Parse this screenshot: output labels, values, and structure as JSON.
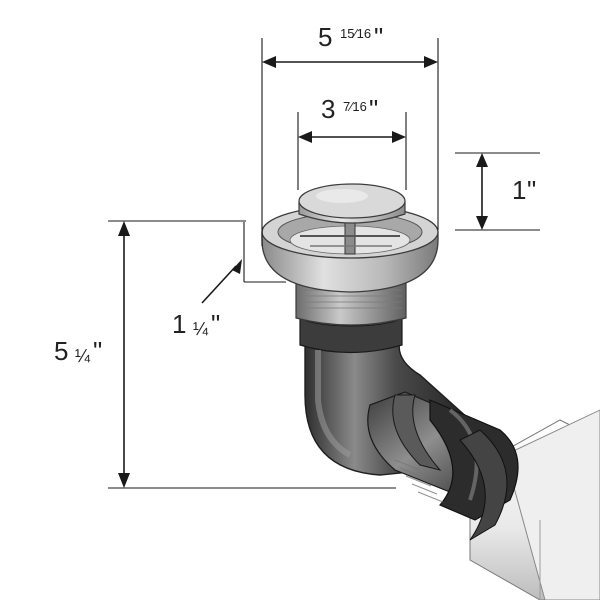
{
  "dimensions": {
    "overall_width": {
      "whole": "5",
      "frac": "15⁄16",
      "unit": "\""
    },
    "cap_width": {
      "whole": "3",
      "frac": "7⁄16",
      "unit": "\""
    },
    "cap_height": {
      "whole": "1",
      "unit": "\""
    },
    "flange_offset": {
      "whole": "1",
      "frac": "¼",
      "unit": "\""
    },
    "overall_height": {
      "whole": "5",
      "frac": "¼",
      "unit": "\""
    }
  },
  "colors": {
    "metal_light": "#d8d8d8",
    "metal_mid": "#a9a9a9",
    "metal_dark": "#5c5c5c",
    "pipe_dark": "#3a3a3a",
    "pipe_light": "#e6e6e6"
  }
}
